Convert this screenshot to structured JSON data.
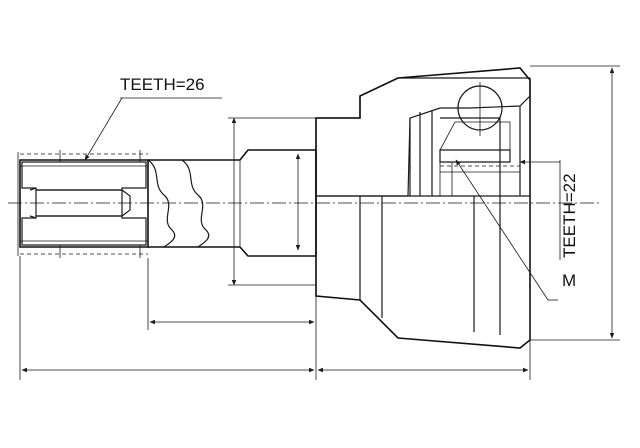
{
  "labels": {
    "spline_outer": "TEETH=26",
    "spline_inner": "TEETH=22",
    "thread": "M"
  },
  "colors": {
    "line": "#1a1a1a",
    "background": "#ffffff"
  }
}
